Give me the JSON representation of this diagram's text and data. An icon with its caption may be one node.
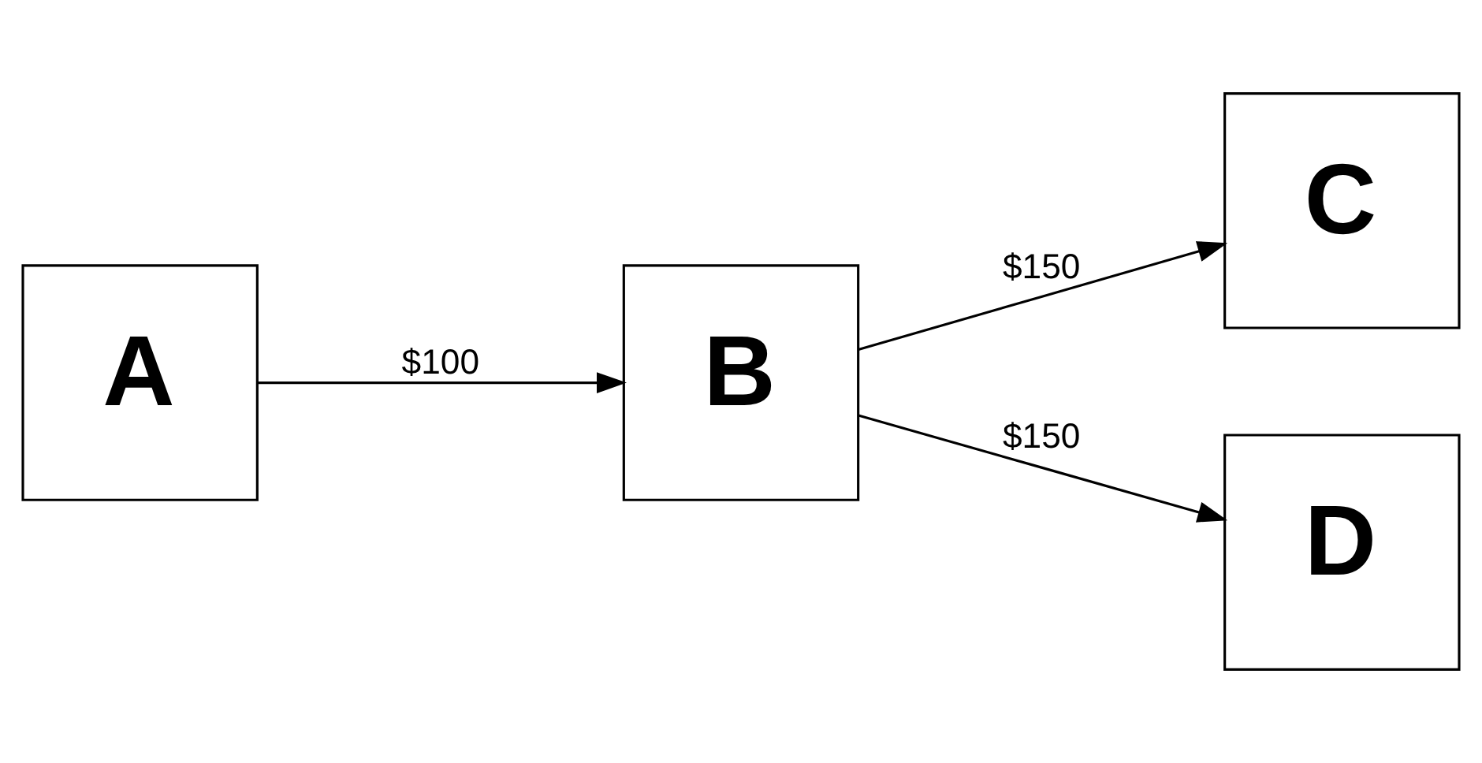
{
  "diagram": {
    "nodes": [
      {
        "text": [
          "A"
        ]
      },
      {
        "text": [
          "B"
        ]
      },
      {
        "text": [
          "C"
        ]
      },
      {
        "text": [
          "D"
        ]
      }
    ],
    "edges": [
      {
        "from": 0,
        "to": 1,
        "arrow": "to",
        "label": "$100"
      },
      {
        "from": 1,
        "to": 2,
        "arrow": "to",
        "label": "$150"
      },
      {
        "from": 1,
        "to": 3,
        "arrow": "to",
        "label": "$150"
      }
    ]
  }
}
